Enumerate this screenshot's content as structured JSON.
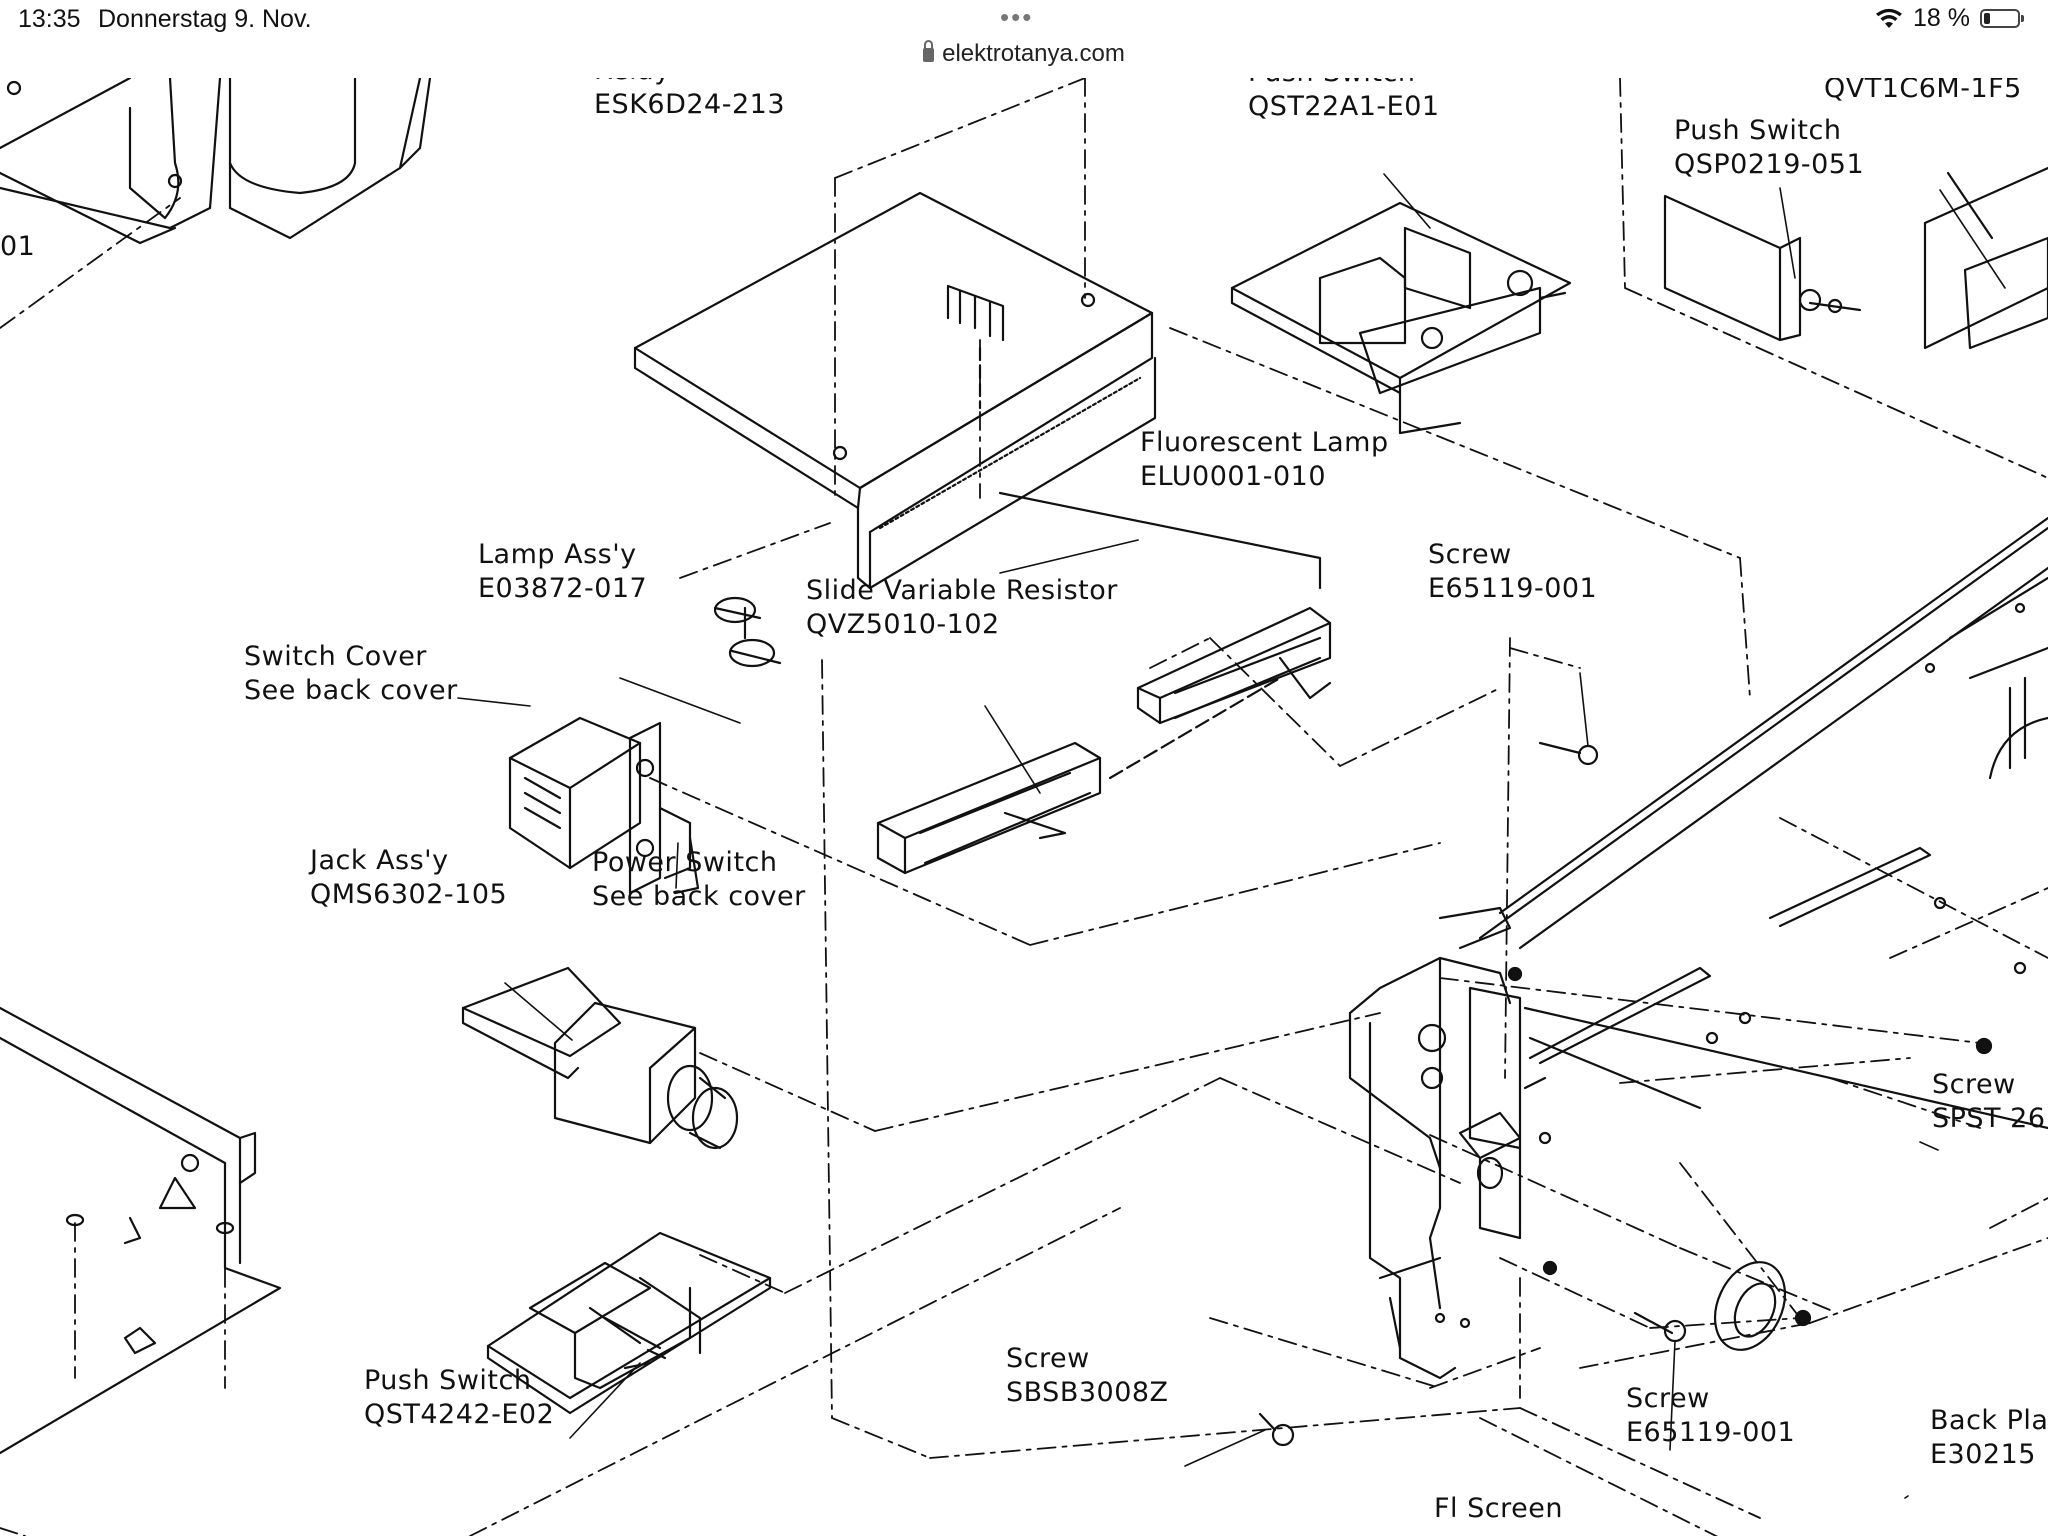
{
  "status_bar": {
    "time": "13:35",
    "date": "Donnerstag 9. Nov.",
    "url": "elektrotanya.com",
    "battery": "18 %",
    "battery_level": 0.18,
    "icons": [
      "wifi-icon",
      "battery-icon",
      "lock-icon",
      "more-dots-icon"
    ]
  },
  "labels": {
    "relay": {
      "name": "Relay",
      "part": "ESK6D24-213"
    },
    "push_switch_top": {
      "name": "Push Switch",
      "part": "QST22A1-E01"
    },
    "qvt": {
      "part": "QVT1C6M-1F5"
    },
    "push_switch_right": {
      "name": "Push Switch",
      "part": "QSP0219-051"
    },
    "left_edge": {
      "part": "01"
    },
    "fluorescent_lamp": {
      "name": "Fluorescent Lamp",
      "part": "ELU0001-010"
    },
    "lamp_assy": {
      "name": "Lamp Ass'y",
      "part": "E03872-017"
    },
    "slide_resistor": {
      "name": "Slide Variable Resistor",
      "part": "QVZ5010-102"
    },
    "screw_top": {
      "name": "Screw",
      "part": "E65119-001"
    },
    "switch_cover": {
      "name": "Switch Cover",
      "note": "See back cover"
    },
    "jack_assy": {
      "name": "Jack Ass'y",
      "part": "QMS6302-105"
    },
    "power_switch": {
      "name": "Power Switch",
      "note": "See back cover"
    },
    "screw_right": {
      "name": "Screw",
      "part": "SPST 26"
    },
    "push_switch_bottom": {
      "name": "Push Switch",
      "part": "QST4242-E02"
    },
    "screw_sbsb": {
      "name": "Screw",
      "part": "SBSB3008Z"
    },
    "screw_bottom": {
      "name": "Screw",
      "part": "E65119-001"
    },
    "back_plate": {
      "name": "Back Pla",
      "part": "E30215"
    },
    "fl_screen": {
      "name": "Fl Screen"
    }
  }
}
